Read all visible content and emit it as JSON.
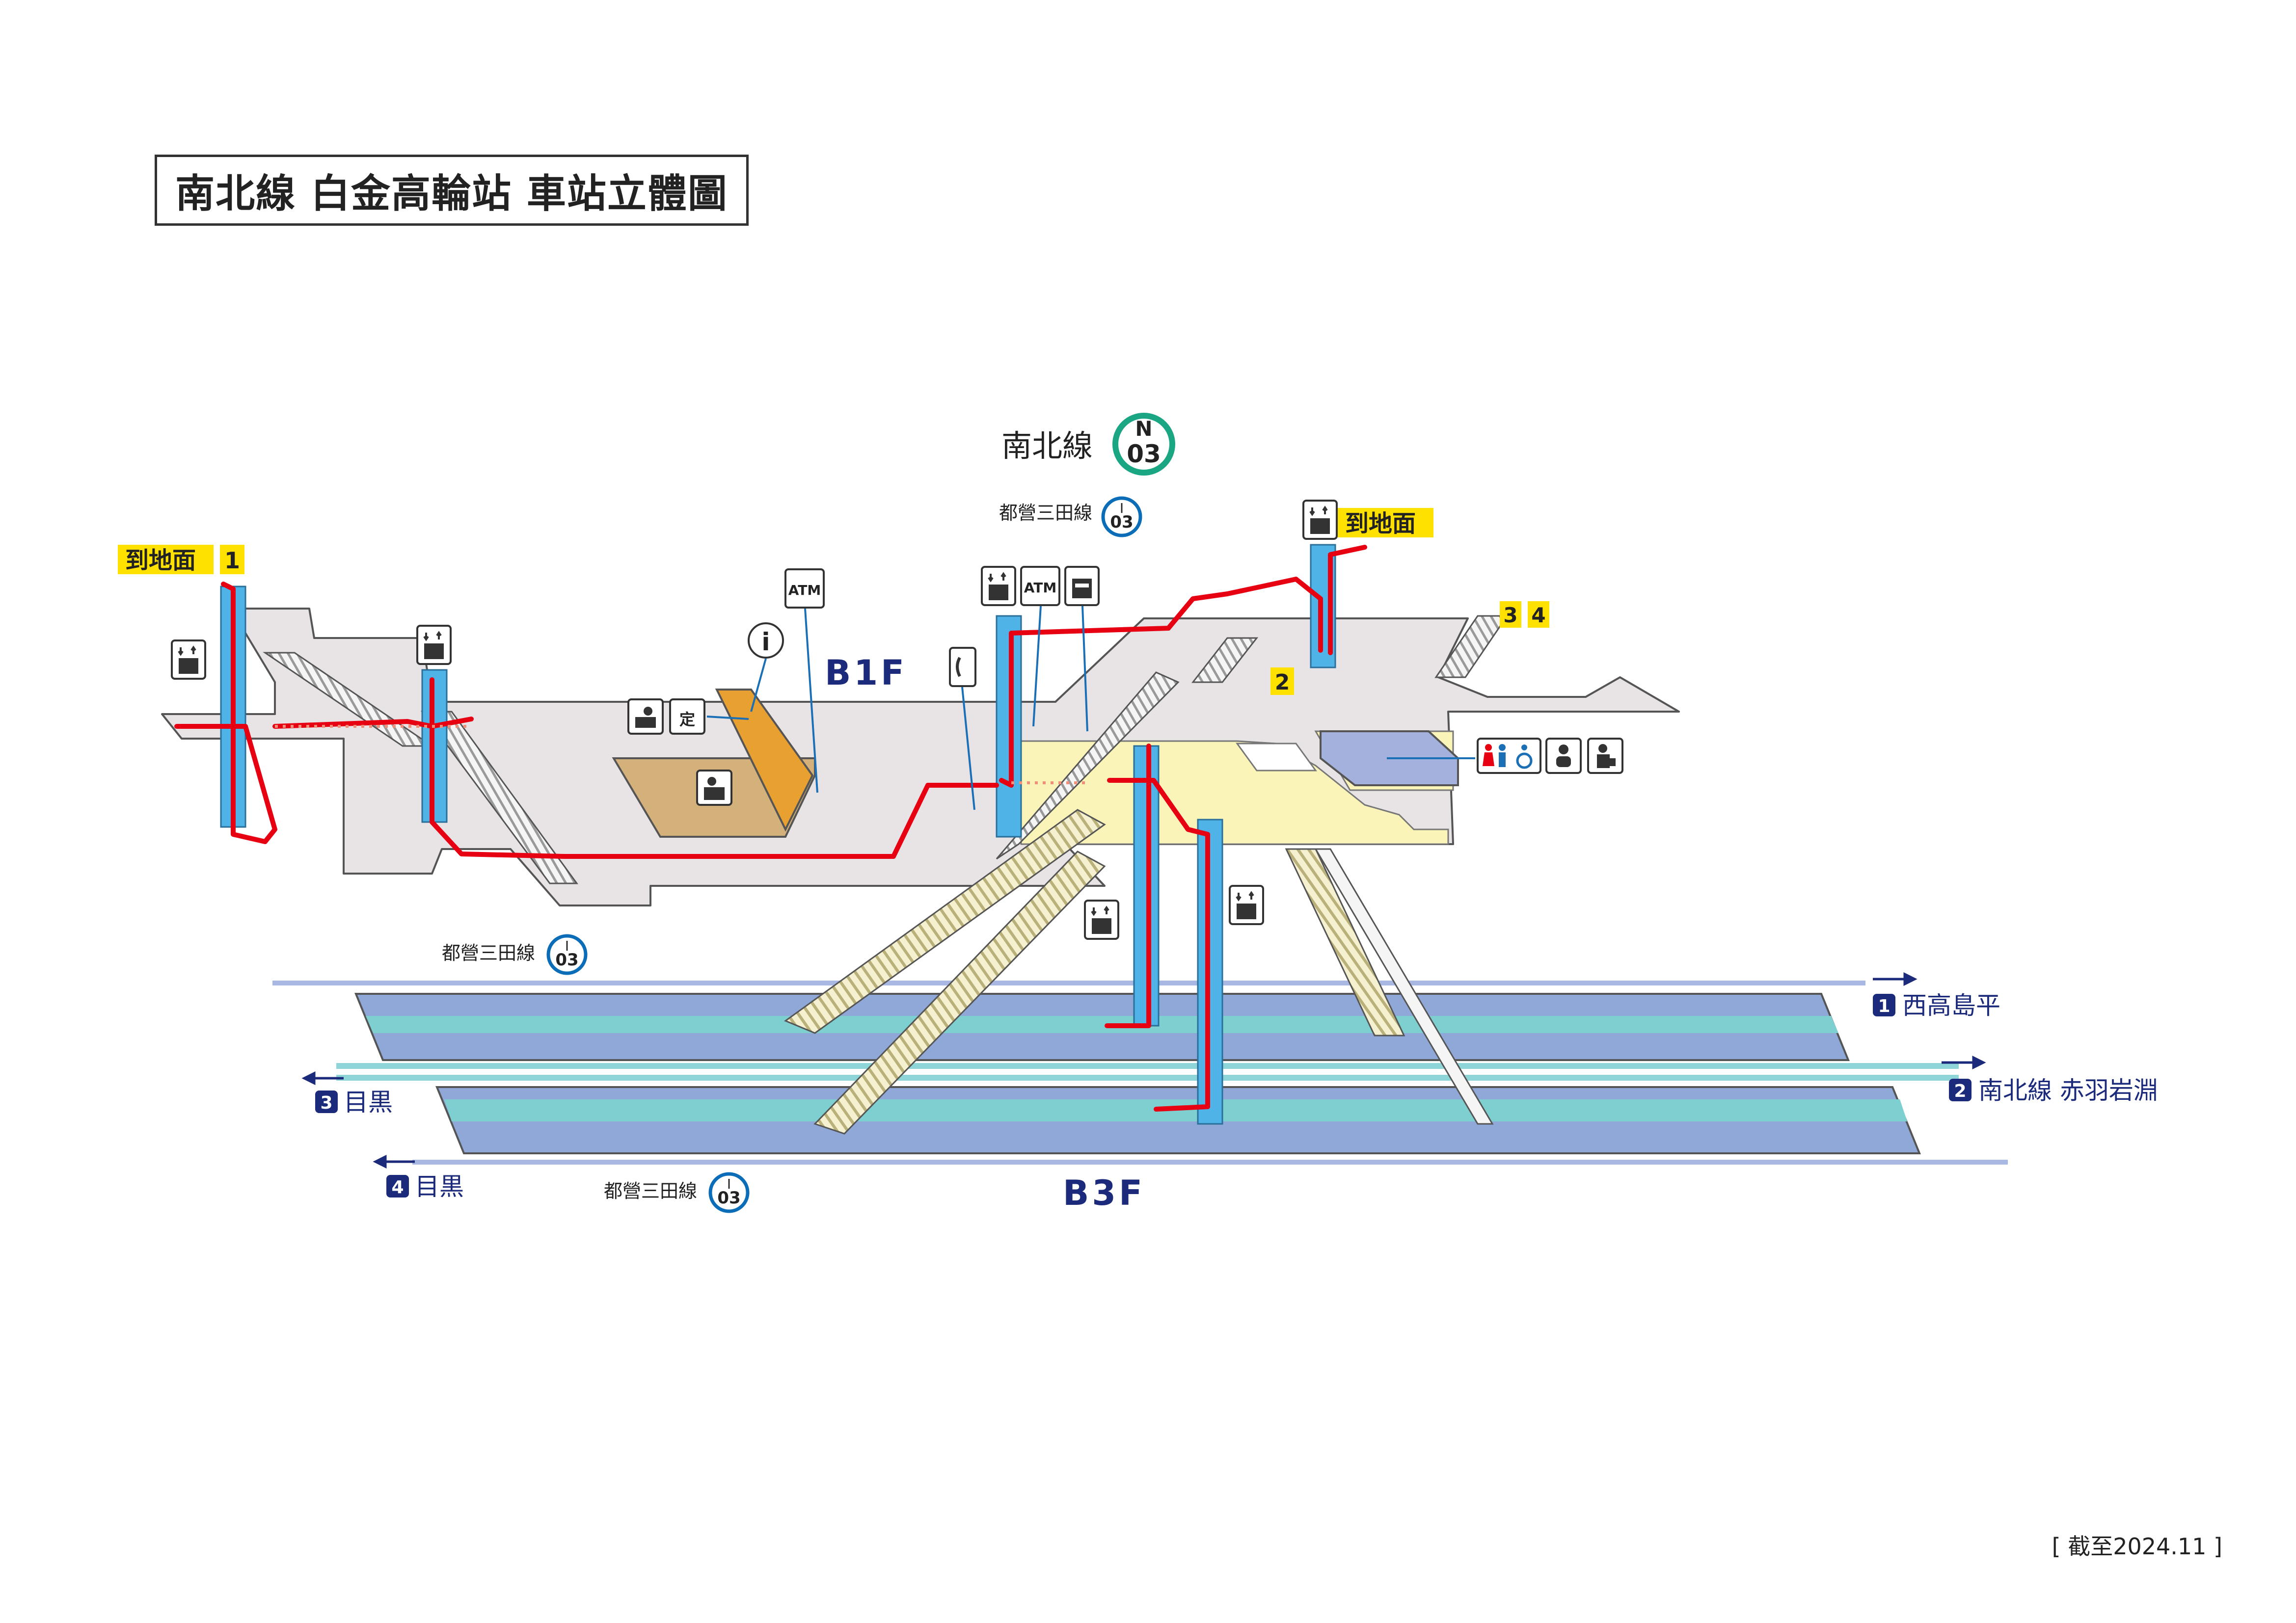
{
  "title": "南北線 白金高輪站 車站立體圖",
  "date_note": "[ 截至2024.11 ]",
  "lines": {
    "namboku": {
      "name": "南北線",
      "code_letter": "N",
      "code_number": "03",
      "color": "#1aa583"
    },
    "mita": {
      "name": "都營三田線",
      "code_letter": "I",
      "code_number": "03",
      "color": "#0b6db7"
    }
  },
  "floors": {
    "b1": "B1F",
    "b3": "B3F"
  },
  "exits": {
    "to_ground_left": "到地面",
    "to_ground_right": "到地面",
    "exit1": "1",
    "exit2": "2",
    "exit3": "3",
    "exit4": "4"
  },
  "platforms": [
    {
      "track": "1",
      "destination": "西高島平"
    },
    {
      "track": "2",
      "destination": "南北線 赤羽岩淵"
    },
    {
      "track": "3",
      "destination": "目黒"
    },
    {
      "track": "4",
      "destination": "目黒"
    }
  ],
  "facility_icons": {
    "atm": "ATM",
    "elevator": "elevator-icon",
    "info": "information-icon",
    "phone": "telephone-icon",
    "ticket_office": "ticket-office-icon",
    "commuter_pass": "定",
    "coin_locker": "coin-locker-icon",
    "toilet": "toilet-icon",
    "baby": "baby-care-icon",
    "ostomate": "ostomate-icon"
  },
  "colors": {
    "route": "#e60012",
    "elevator_shaft": "#4fb3e8",
    "concourse": "#e8e4e6",
    "paid_area": "#fbf4b8",
    "shop": "#d4b07a",
    "shop_accent": "#e8a030",
    "platform": "#8fa8d8",
    "track_teal": "#7ecfcf",
    "exit_tag": "#ffe100",
    "badge_navy": "#1b2a7a"
  }
}
